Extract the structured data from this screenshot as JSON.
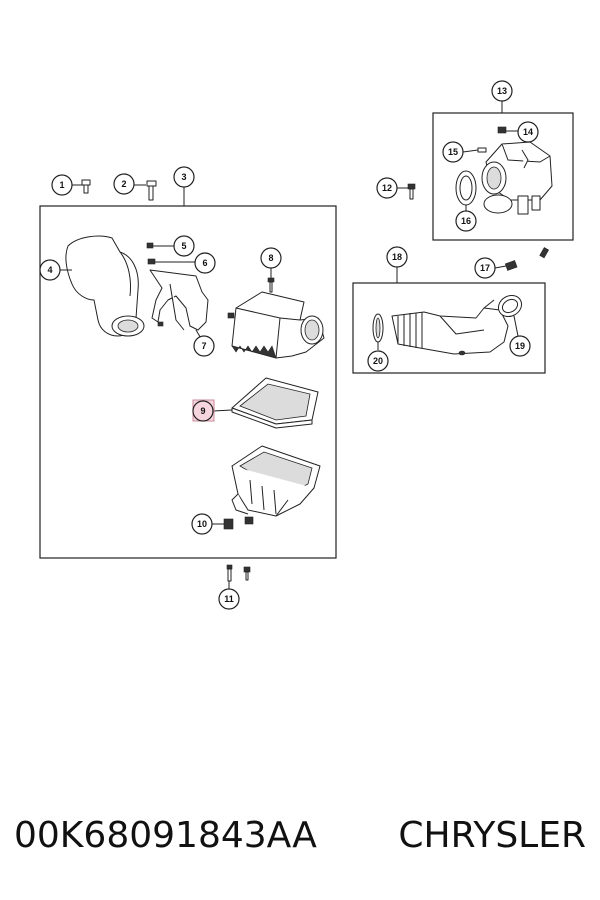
{
  "callouts": [
    {
      "id": "1",
      "label": "1"
    },
    {
      "id": "2",
      "label": "2"
    },
    {
      "id": "3",
      "label": "3"
    },
    {
      "id": "4",
      "label": "4"
    },
    {
      "id": "5",
      "label": "5"
    },
    {
      "id": "6",
      "label": "6"
    },
    {
      "id": "7",
      "label": "7"
    },
    {
      "id": "8",
      "label": "8"
    },
    {
      "id": "9",
      "label": "9",
      "highlighted": true
    },
    {
      "id": "10",
      "label": "10"
    },
    {
      "id": "11",
      "label": "11"
    },
    {
      "id": "12",
      "label": "12"
    },
    {
      "id": "13",
      "label": "13"
    },
    {
      "id": "14",
      "label": "14"
    },
    {
      "id": "15",
      "label": "15"
    },
    {
      "id": "16",
      "label": "16"
    },
    {
      "id": "17",
      "label": "17"
    },
    {
      "id": "18",
      "label": "18"
    },
    {
      "id": "19",
      "label": "19"
    },
    {
      "id": "20",
      "label": "20"
    }
  ],
  "caption": {
    "part_number": "00K68091843AA",
    "brand": "CHRYSLER"
  },
  "colors": {
    "highlight": "#f6d5de",
    "line": "#222222"
  }
}
